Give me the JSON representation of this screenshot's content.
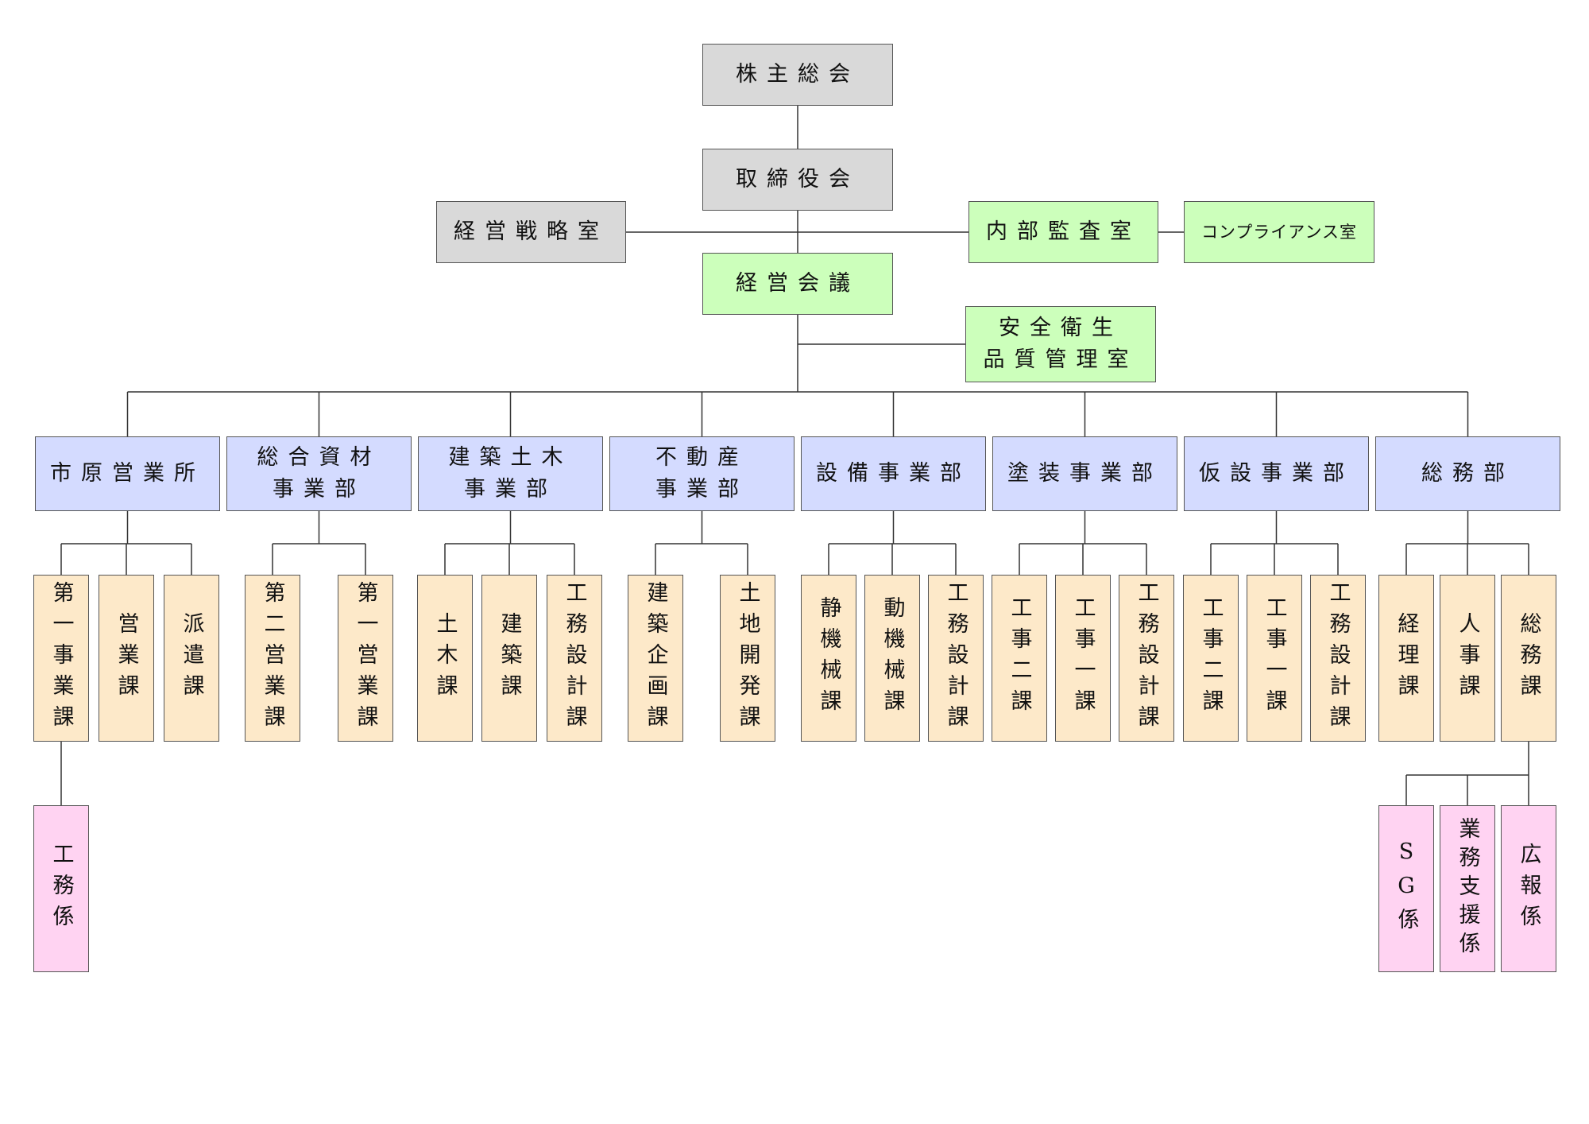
{
  "colors": {
    "gray": "#d9d9d9",
    "green": "#ccffbb",
    "blue": "#d4dbff",
    "orange": "#fde9c9",
    "pink": "#ffd3f2",
    "line": "#333333"
  },
  "top": {
    "shareholders": "株主総会",
    "board": "取締役会",
    "strategy": "経営戦略室",
    "audit": "内部監査室",
    "compliance": "コンプライアンス室",
    "mgmt_meeting": "経営会議",
    "safety": "安全衛生\n品質管理室"
  },
  "departments": [
    {
      "name": "市原営業所",
      "sections": [
        "第一事業課",
        "営業課",
        "派遣課"
      ]
    },
    {
      "name": "総合資材\n事業部",
      "sections": [
        "第二営業課",
        "第一営業課"
      ]
    },
    {
      "name": "建築土木\n事業部",
      "sections": [
        "土木課",
        "建築課",
        "工務設計課"
      ]
    },
    {
      "name": "不動産\n事業部",
      "sections": [
        "建築企画課",
        "土地開発課"
      ]
    },
    {
      "name": "設備事業部",
      "sections": [
        "静機械課",
        "動機械課",
        "工務設計課"
      ]
    },
    {
      "name": "塗装事業部",
      "sections": [
        "工事二課",
        "工事一課",
        "工務設計課"
      ]
    },
    {
      "name": "仮設事業部",
      "sections": [
        "工事二課",
        "工事一課",
        "工務設計課"
      ]
    },
    {
      "name": "総務部",
      "sections": [
        "経理課",
        "人事課",
        "総務課"
      ]
    }
  ],
  "subunits": {
    "first_biz": [
      "工務係"
    ],
    "general_affairs": [
      "SG係",
      "業務支援係",
      "広報係"
    ]
  }
}
